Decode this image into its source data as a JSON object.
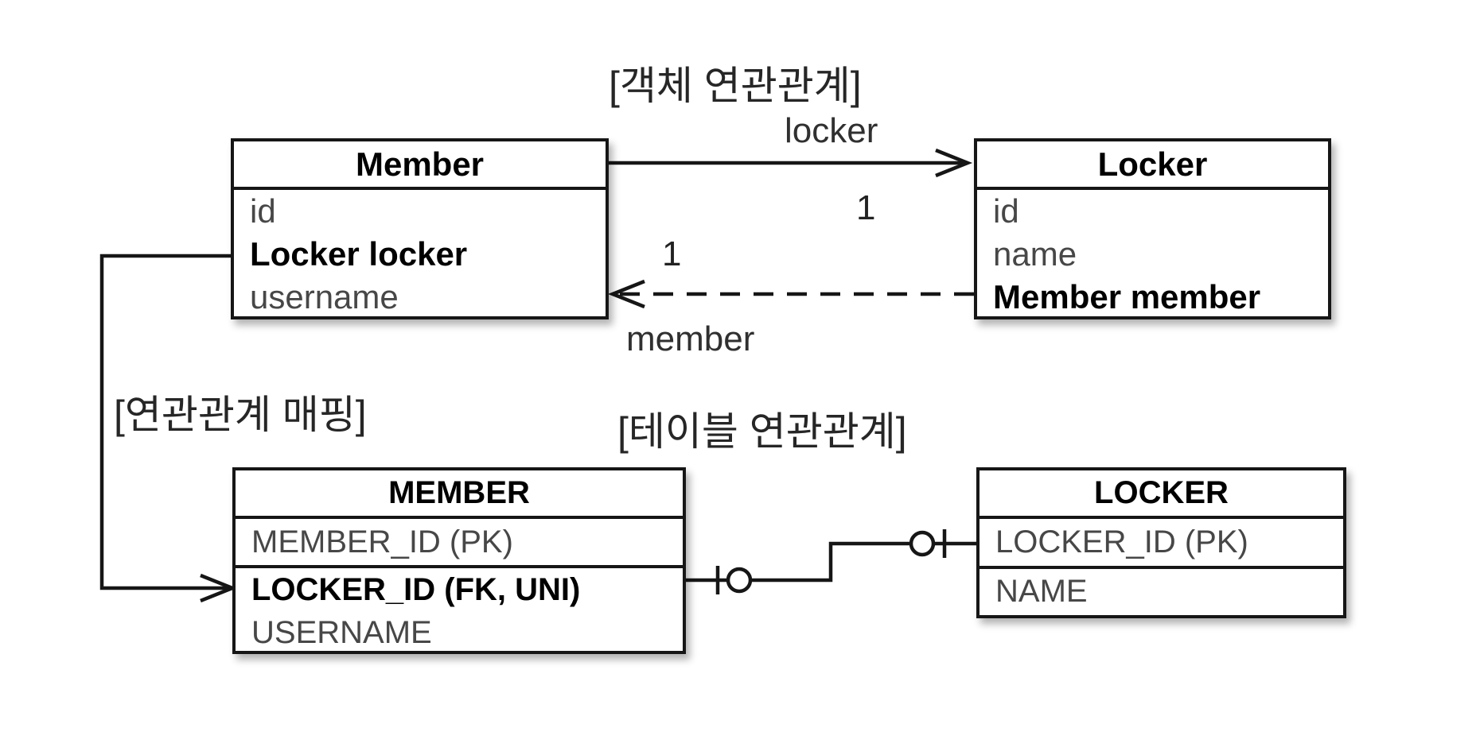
{
  "object_section": {
    "title": "[객체 연관관계]",
    "member_class": {
      "title": "Member",
      "fields": [
        {
          "text": "id"
        },
        {
          "text": "Locker locker"
        },
        {
          "text": "username"
        }
      ]
    },
    "locker_class": {
      "title": "Locker",
      "fields": [
        {
          "text": "id"
        },
        {
          "text": "name"
        },
        {
          "text": "Member member"
        }
      ]
    },
    "locker_reference": {
      "label": "locker",
      "cardinality": "1"
    },
    "member_reference": {
      "label": "member",
      "cardinality": "1"
    }
  },
  "mapping": {
    "label": "[연관관계 매핑]"
  },
  "table_section": {
    "title": "[테이블 연관관계]",
    "member_table": {
      "title": "MEMBER",
      "pk_column": "MEMBER_ID (PK)",
      "columns": [
        {
          "text": "LOCKER_ID (FK, UNI)"
        },
        {
          "text": "USERNAME"
        }
      ]
    },
    "locker_table": {
      "title": "LOCKER",
      "pk_column": "LOCKER_ID (PK)",
      "columns": [
        {
          "text": "NAME"
        }
      ]
    }
  },
  "colors": {
    "line": "#161616",
    "muted_text": "#474747",
    "strong_text": "#000000",
    "label_text": "#262626",
    "background": "#ffffff"
  }
}
